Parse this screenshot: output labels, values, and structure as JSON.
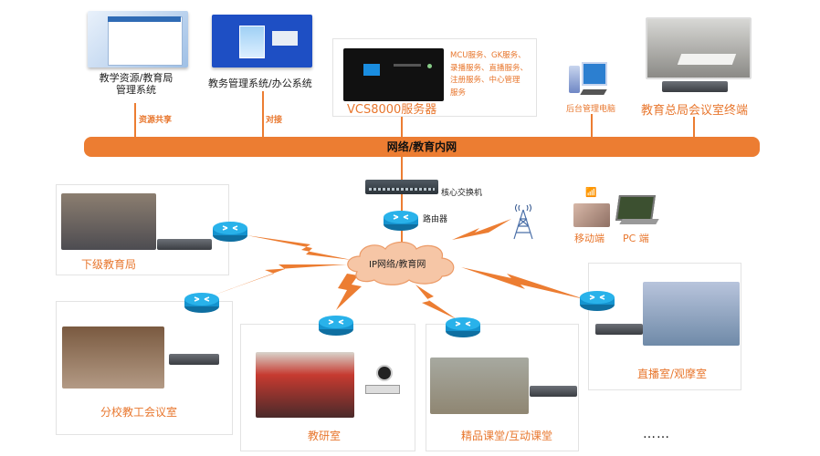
{
  "top": {
    "teaching_resource": {
      "line1": "教学资源/教育局",
      "line2": "管理系统",
      "link_label": "资源共享"
    },
    "edu_admin": {
      "label": "教务管理系统/办公系统",
      "link_label": "对接"
    },
    "vcs_server": {
      "label": "VCS8000服务器",
      "services": [
        "MCU服务、GK服务、",
        "录播服务、直播服务、",
        "注册服务、中心管理",
        "服务"
      ]
    },
    "admin_pc": {
      "label": "后台管理电脑"
    },
    "hq_terminal": {
      "label": "教育总局会议室终端"
    }
  },
  "bus": {
    "label": "网络/教育内网"
  },
  "core": {
    "switch_label": "核心交换机",
    "router_label": "路由器",
    "cloud_label": "IP网络/教育网"
  },
  "clients": {
    "mobile_label": "移动端",
    "pc_label": "PC 端"
  },
  "sites": [
    {
      "label": "下级教育局"
    },
    {
      "label": "分校教工会议室"
    },
    {
      "label": "教研室"
    },
    {
      "label": "精品课堂/互动课堂"
    },
    {
      "label": "直播室/观摩室"
    }
  ],
  "more": {
    "label": "……"
  },
  "colors": {
    "accent": "#ec7d32",
    "text_orange": "#e8772e",
    "router_blue": "#1aa3d9"
  }
}
